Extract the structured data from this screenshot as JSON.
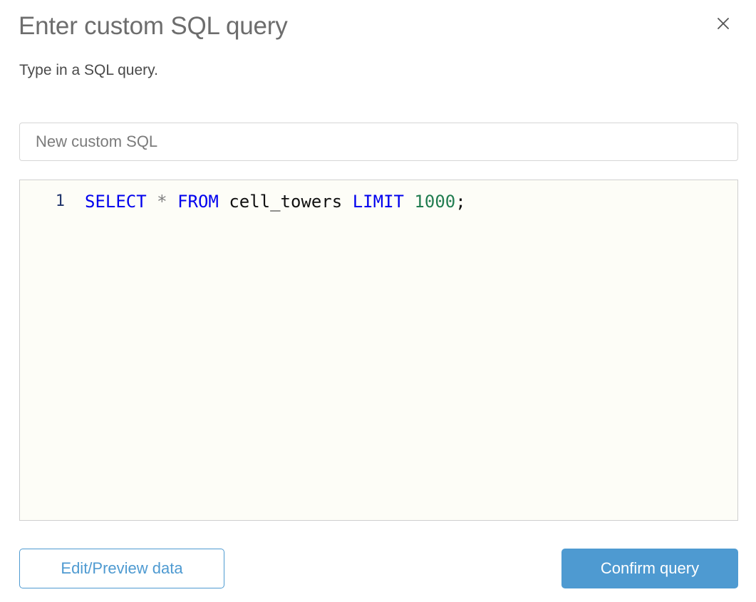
{
  "dialog": {
    "title": "Enter custom SQL query",
    "subtitle": "Type in a SQL query.",
    "close_icon": "close-icon"
  },
  "name_field": {
    "value": "",
    "placeholder": "New custom SQL"
  },
  "editor": {
    "line_numbers": [
      "1"
    ],
    "code_plain": "SELECT * FROM cell_towers LIMIT 1000;",
    "tokens": [
      {
        "text": "SELECT",
        "type": "keyword"
      },
      {
        "text": " ",
        "type": "space"
      },
      {
        "text": "*",
        "type": "star"
      },
      {
        "text": " ",
        "type": "space"
      },
      {
        "text": "FROM",
        "type": "keyword"
      },
      {
        "text": " ",
        "type": "space"
      },
      {
        "text": "cell_towers",
        "type": "ident"
      },
      {
        "text": " ",
        "type": "space"
      },
      {
        "text": "LIMIT",
        "type": "keyword"
      },
      {
        "text": " ",
        "type": "space"
      },
      {
        "text": "1000",
        "type": "number"
      },
      {
        "text": ";",
        "type": "punct"
      }
    ]
  },
  "footer": {
    "edit_preview_label": "Edit/Preview data",
    "confirm_label": "Confirm query"
  },
  "colors": {
    "accent_blue": "#4e9ad1",
    "keyword_blue": "#0000ee",
    "number_green": "#227d51",
    "title_gray": "#6d6d6d",
    "editor_bg": "#fdfdf7",
    "border_gray": "#d6d6d6"
  }
}
